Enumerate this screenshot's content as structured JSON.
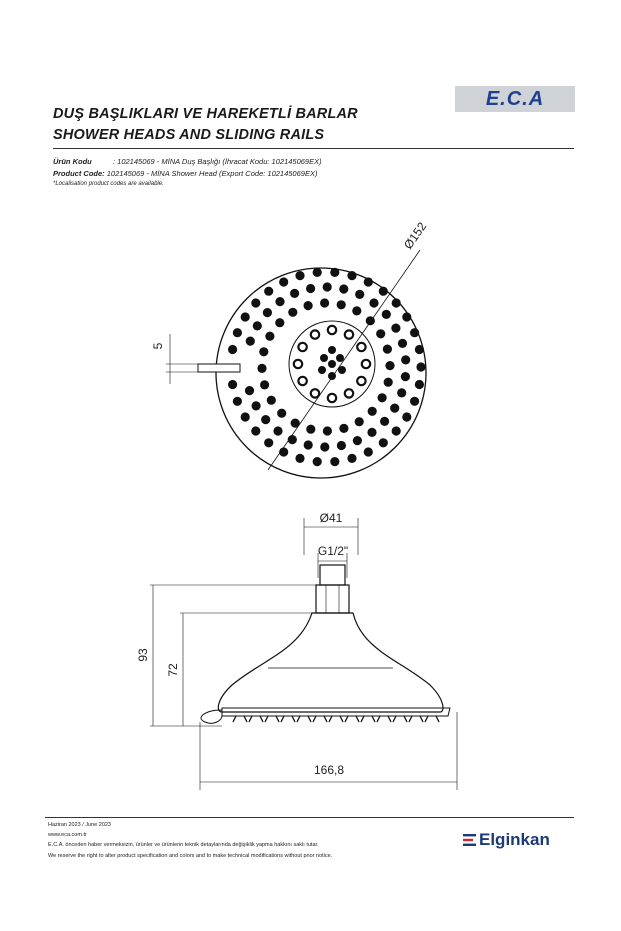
{
  "header": {
    "logo_text": "E.C.A",
    "title_tr": "DUŞ BAŞLIKLARI VE HAREKETLİ BARLAR",
    "title_en": "SHOWER HEADS AND SLIDING RAILS"
  },
  "product": {
    "tr_label": "Ürün Kodu",
    "tr_value": ": 102145069 - MİNA Duş Başlığı (İhracat Kodu: 102145069EX)",
    "en_label": "Product Code:",
    "en_value": "102145069 - MİNA Shower Head (Export Code: 102145069EX)",
    "note": "*Localisation product codes are available."
  },
  "dimensions": {
    "diameter_top": "Ø152",
    "thickness": "5",
    "diameter_neck": "Ø41",
    "thread": "G1/2\"",
    "height_total": "93",
    "height_body": "72",
    "width": "166,8"
  },
  "footer": {
    "date": "Haziran 2023 / June 2023",
    "website": "www.eca.com.tr",
    "notice_tr": "E.C.A. önceden haber vermeksizin, ürünler ve ürünlerin teknik detaylarında değişiklik yapma hakkını saklı tutar.",
    "notice_en": "We reserve the right to alter product specification and colors and to make technical modifications without prior notice.",
    "brand": "Elginkan"
  },
  "colors": {
    "brand_blue": "#1c3a7a",
    "logo_bg": "#cfd3d8"
  }
}
